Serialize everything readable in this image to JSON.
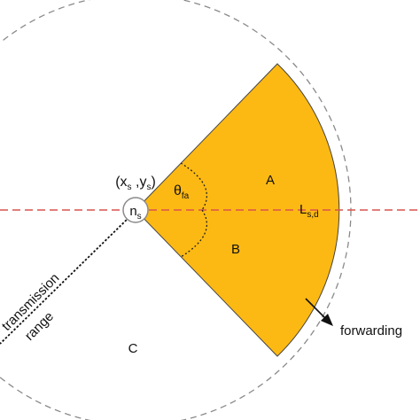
{
  "labels": {
    "node_base": "n",
    "node_sub": "s",
    "coord_open": "(x",
    "coord_sub1": "s",
    "coord_mid": " ,y",
    "coord_sub2": "s",
    "coord_close": ")",
    "angle_base": "θ",
    "angle_sub": "fa",
    "region_a": "A",
    "region_b": "B",
    "region_c": "C",
    "line_base": "L",
    "line_sub": "s,d",
    "forwarding": "forwarding",
    "transmission": "transmission",
    "range": "range"
  },
  "colors": {
    "sector_fill": "#FDB913",
    "sector_stroke": "#444444",
    "circle_stroke": "#8a8a8a",
    "axis_line": "#d9534f"
  }
}
